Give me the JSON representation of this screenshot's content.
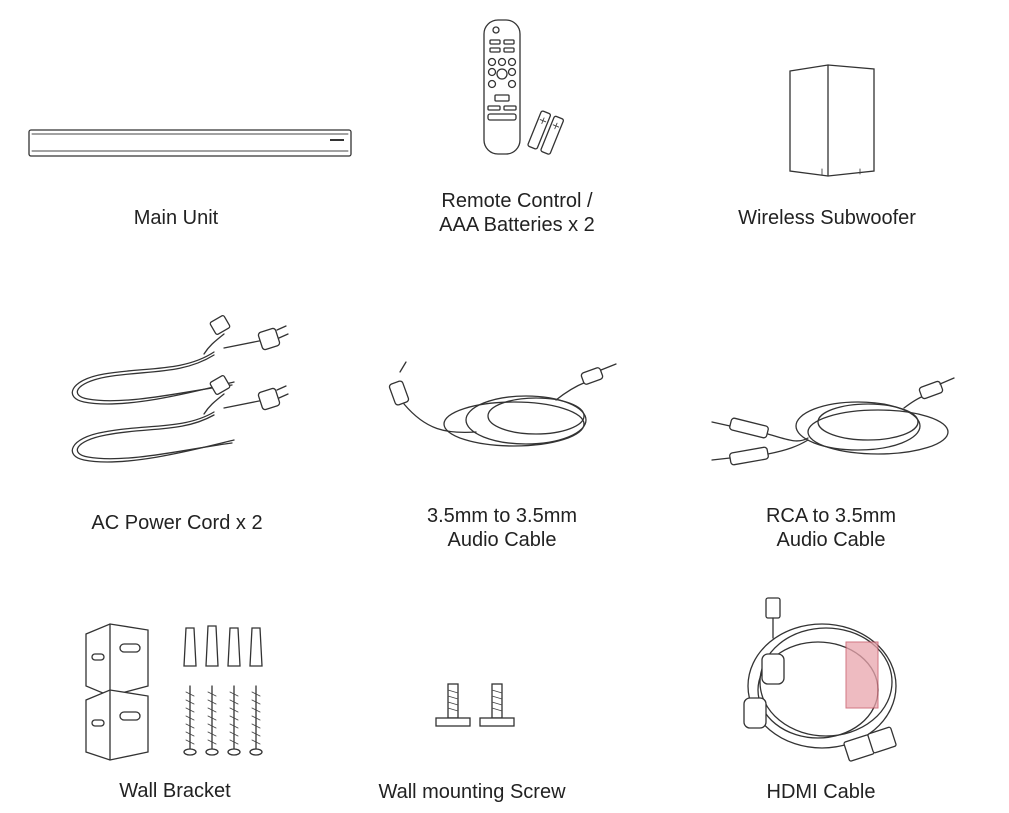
{
  "items": [
    {
      "label": "Main Unit",
      "icon": "soundbar-icon"
    },
    {
      "label_line1": "Remote Control /",
      "label_line2": "AAA Batteries x 2",
      "icon": "remote-control-icon"
    },
    {
      "label": "Wireless Subwoofer",
      "icon": "subwoofer-icon"
    },
    {
      "label": "AC Power Cord x 2",
      "icon": "power-cord-icon"
    },
    {
      "label_line1": "3.5mm to 3.5mm",
      "label_line2": "Audio Cable",
      "icon": "aux-cable-icon"
    },
    {
      "label_line1": "RCA to 3.5mm",
      "label_line2": "Audio Cable",
      "icon": "rca-cable-icon"
    },
    {
      "label": "Wall Bracket",
      "icon": "wall-bracket-icon"
    },
    {
      "label": "Wall mounting Screw",
      "icon": "screw-icon"
    },
    {
      "label": "HDMI Cable",
      "icon": "hdmi-cable-icon"
    }
  ]
}
